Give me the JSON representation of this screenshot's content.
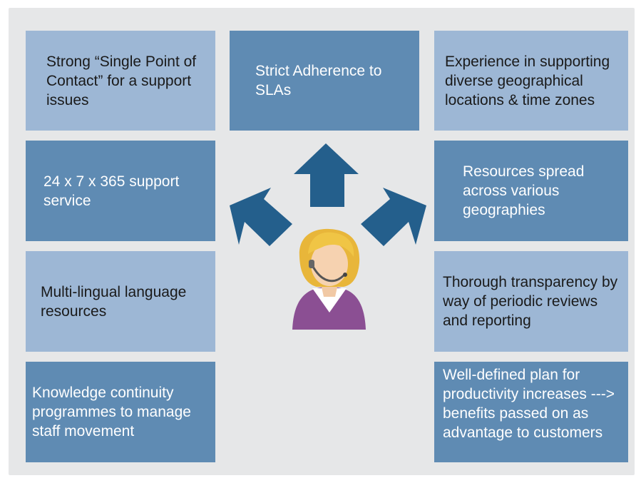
{
  "boxes": {
    "single_point": "Strong “Single Point of Contact” for a support issues",
    "sla": "Strict Adherence to SLAs",
    "geo_experience": "Experience in supporting diverse geographical locations & time zones",
    "support_service": "24 x 7 x 365 support service",
    "resources_spread": "Resources spread across various geographies",
    "multilingual": "Multi-lingual language resources",
    "transparency": "Thorough transparency by way of periodic reviews and reporting",
    "knowledge": "Knowledge continuity programmes to manage staff movement",
    "productivity": "Well-defined plan for productivity increases ---> benefits passed on as advantage to customers"
  },
  "colors": {
    "light_box": "#9db7d5",
    "dark_box": "#5f8bb3",
    "arrow": "#245f8c",
    "background": "#e6e7e8"
  },
  "icons": [
    "arrow-up-icon",
    "arrow-up-left-icon",
    "arrow-up-right-icon",
    "support-agent-icon"
  ]
}
